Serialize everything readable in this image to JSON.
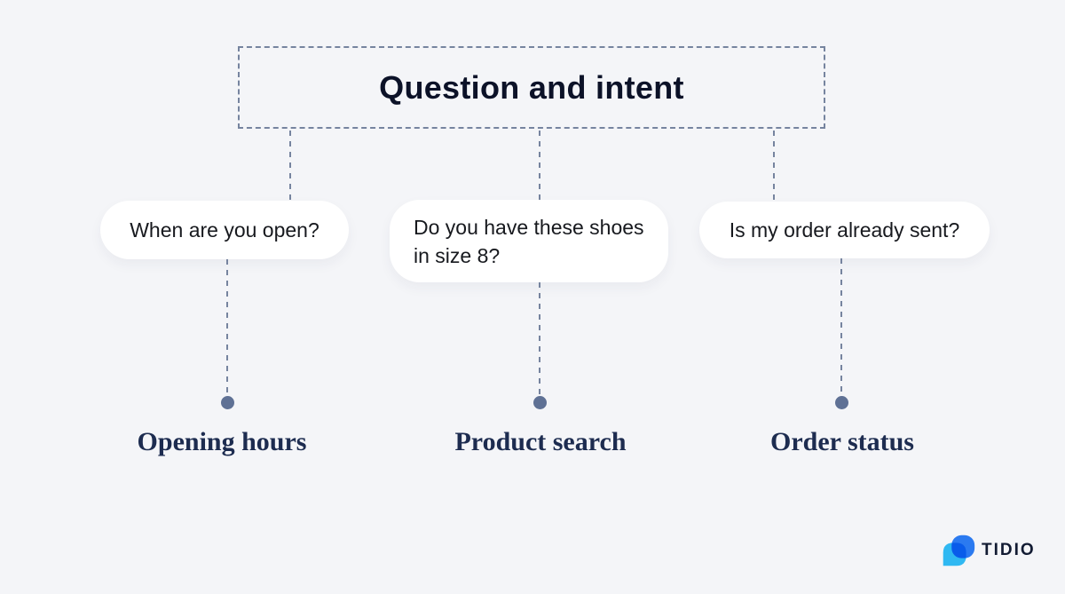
{
  "title": {
    "label": "Question and intent"
  },
  "columns": [
    {
      "question": "When are you open?",
      "intent": "Opening hours"
    },
    {
      "question": "Do you have these shoes in size 8?",
      "intent": "Product search"
    },
    {
      "question": "Is my order already sent?",
      "intent": "Order status"
    }
  ],
  "brand": {
    "name": "TIDIO"
  },
  "icons": {
    "brand_logo": "tidio-chat-bubbles-icon"
  },
  "colors": {
    "bg": "#f4f5f8",
    "line": "#76849f",
    "dot": "#5f7195",
    "title-text": "#0c1228",
    "bubble-bg": "#ffffff",
    "bubble-text": "#17191e",
    "intent-text": "#1d2c50",
    "brand-text": "#121b33",
    "logo-blue": "#2d7ff7",
    "logo-light": "#31c0f9"
  }
}
